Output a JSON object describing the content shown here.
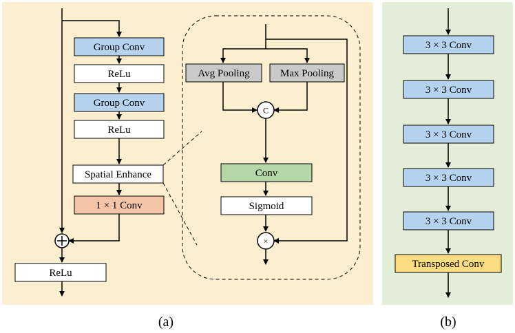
{
  "colors": {
    "panel_a_bg": "#fcefcf",
    "panel_b_bg": "#e3eed8",
    "group_conv": "#b6d2ee",
    "relu": "#ffffff",
    "pooling": "#c9c9c9",
    "conv_green": "#b5d6a7",
    "one_by_one": "#f4c4a9",
    "conv3": "#b6d2ee",
    "transposed": "#fbdc83"
  },
  "panel_a": {
    "caption": "(a)",
    "block": {
      "group_conv_1": "Group Conv",
      "relu_1": "ReLu",
      "group_conv_2": "Group Conv",
      "relu_2": "ReLu",
      "spatial_enhance": "Spatial Enhance",
      "conv_1x1": "1 × 1 Conv",
      "add_symbol": "+",
      "relu_out": "ReLu"
    },
    "spatial_enhance_detail": {
      "avg_pooling": "Avg Pooling",
      "max_pooling": "Max Pooling",
      "concat_symbol": "C",
      "conv": "Conv",
      "sigmoid": "Sigmoid",
      "multiply_symbol": "×"
    }
  },
  "panel_b": {
    "caption": "(b)",
    "layers": [
      "3 × 3 Conv",
      "3 × 3 Conv",
      "3 × 3 Conv",
      "3 × 3 Conv",
      "3 × 3 Conv"
    ],
    "transposed": "Transposed Conv"
  }
}
